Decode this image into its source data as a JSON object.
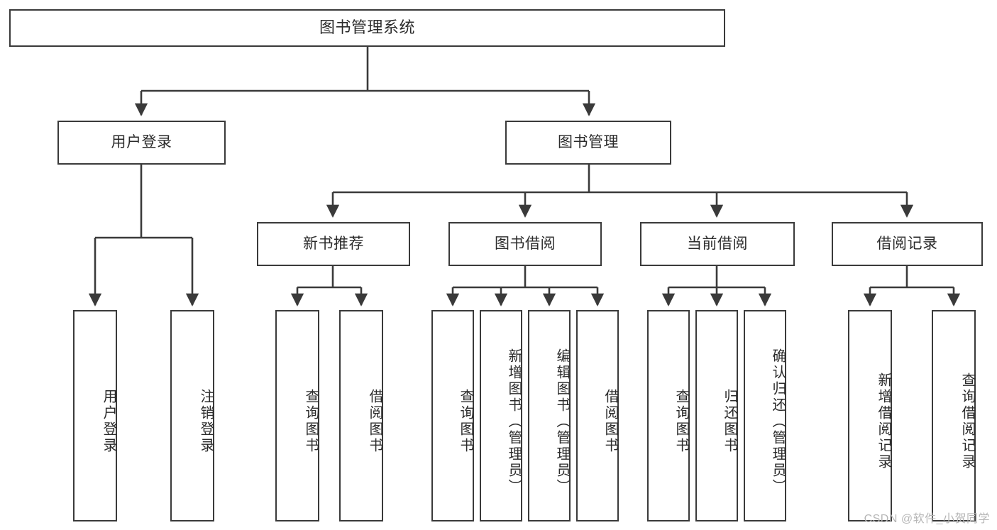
{
  "diagram": {
    "type": "tree",
    "title": "图书管理系统",
    "watermark": "CSDN @软件_小贺同学",
    "colors": {
      "stroke": "#3a3a3a",
      "fill": "#ffffff",
      "text": "#2b2b2b",
      "watermark": "#b6b6b6"
    },
    "nodes": {
      "root": {
        "label": "图书管理系统"
      },
      "level1": [
        {
          "label": "用户登录"
        },
        {
          "label": "图书管理"
        }
      ],
      "level2": [
        {
          "label": "新书推荐"
        },
        {
          "label": "图书借阅"
        },
        {
          "label": "当前借阅"
        },
        {
          "label": "借阅记录"
        }
      ],
      "leaves_user_login": [
        {
          "label": "用户登录"
        },
        {
          "label": "注销登录"
        }
      ],
      "leaves_new_book": [
        {
          "label": "查询图书"
        },
        {
          "label": "借阅图书"
        }
      ],
      "leaves_borrow": [
        {
          "label": "查询图书"
        },
        {
          "label": "新增图书（管理员）"
        },
        {
          "label": "编辑图书（管理员）"
        },
        {
          "label": "借阅图书"
        }
      ],
      "leaves_current": [
        {
          "label": "查询图书"
        },
        {
          "label": "归还图书"
        },
        {
          "label": "确认归还（管理员）"
        }
      ],
      "leaves_records": [
        {
          "label": "新增借阅记录"
        },
        {
          "label": "查询借阅记录"
        }
      ]
    }
  }
}
